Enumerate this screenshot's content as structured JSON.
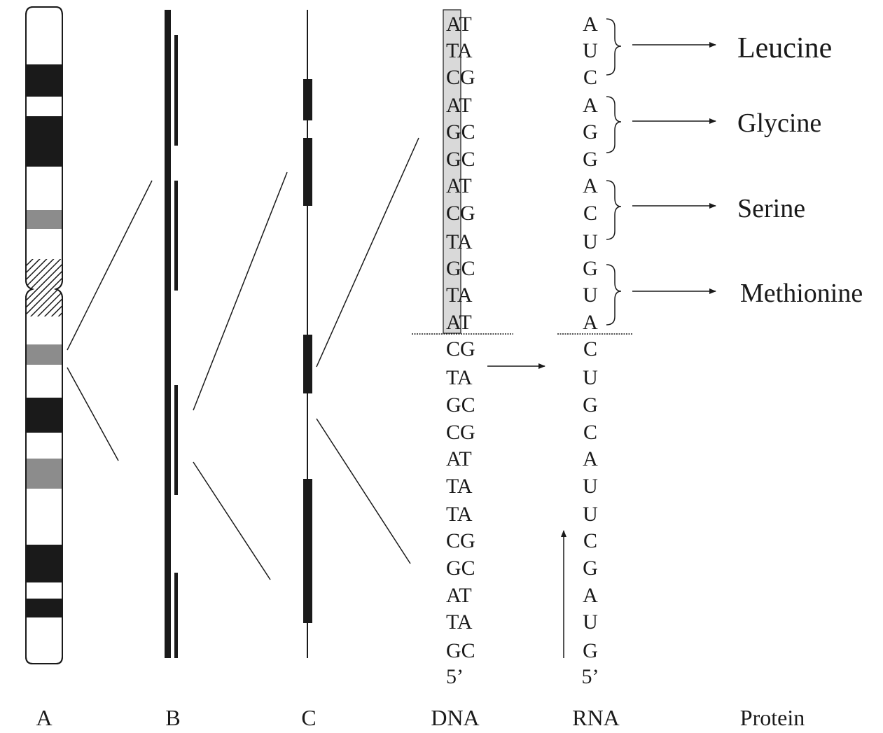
{
  "column_labels": {
    "a": "A",
    "b": "B",
    "c": "C",
    "dna": "DNA",
    "rna": "RNA",
    "protein": "Protein"
  },
  "dna_sequence": [
    "AT",
    "TA",
    "CG",
    "AT",
    "GC",
    "GC",
    "AT",
    "CG",
    "TA",
    "GC",
    "TA",
    "AT",
    "CG",
    "TA",
    "GC",
    "CG",
    "AT",
    "TA",
    "TA",
    "CG",
    "GC",
    "AT",
    "TA",
    "GC",
    "5’"
  ],
  "rna_sequence": [
    "A",
    "U",
    "C",
    "A",
    "G",
    "G",
    "A",
    "C",
    "U",
    "G",
    "U",
    "A",
    "C",
    "U",
    "G",
    "C",
    "A",
    "U",
    "U",
    "C",
    "G",
    "A",
    "U",
    "G",
    "5’"
  ],
  "amino_acids": [
    "Leucine",
    "Glycine",
    "Serine",
    "Methionine"
  ],
  "colors": {
    "ink": "#1a1a1a",
    "band_gray": "#8c8c8c",
    "highlight": "#d9d9d9"
  }
}
